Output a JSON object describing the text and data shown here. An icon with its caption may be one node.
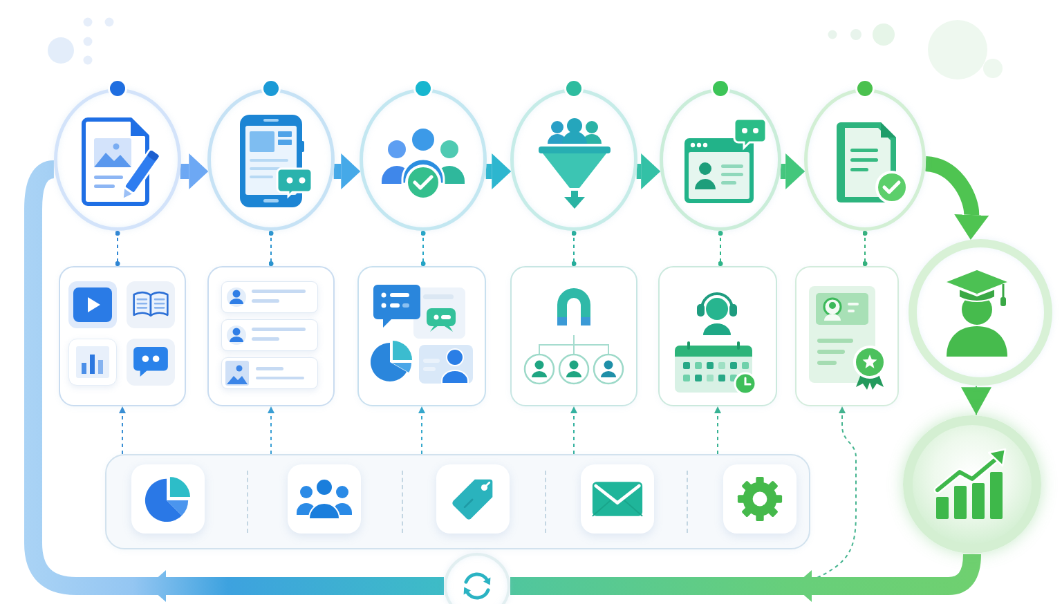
{
  "diagram": {
    "nodes": [
      {
        "text": [],
        "shape": "circle"
      },
      {
        "text": [],
        "shape": "circle"
      },
      {
        "text": [],
        "shape": "circle"
      },
      {
        "text": [],
        "shape": "circle"
      },
      {
        "text": [],
        "shape": "circle"
      },
      {
        "text": [],
        "shape": "circle"
      },
      {
        "text": [],
        "shape": "box"
      },
      {
        "text": [],
        "shape": "box"
      },
      {
        "text": [],
        "shape": "box"
      },
      {
        "text": [],
        "shape": "box"
      },
      {
        "text": [],
        "shape": "box"
      },
      {
        "text": [],
        "shape": "box"
      },
      {
        "text": [],
        "shape": "box"
      },
      {
        "text": [],
        "shape": "circle"
      },
      {
        "text": [],
        "shape": "circle"
      },
      {
        "text": [],
        "shape": "circle"
      }
    ],
    "edges": [
      {
        "from": 0,
        "to": 1,
        "arrow": "to",
        "style": "thick",
        "color": "#6da8f4"
      },
      {
        "from": 1,
        "to": 2,
        "arrow": "to",
        "style": "thick",
        "color": "#45a9e8"
      },
      {
        "from": 2,
        "to": 3,
        "arrow": "to",
        "style": "thick",
        "color": "#2db6cf"
      },
      {
        "from": 3,
        "to": 4,
        "arrow": "to",
        "style": "thick",
        "color": "#33c1a6"
      },
      {
        "from": 4,
        "to": 5,
        "arrow": "to",
        "style": "thick",
        "color": "#43c77c"
      },
      {
        "from": 5,
        "to": 13,
        "arrow": "to",
        "style": "thick",
        "color": "#4fc451"
      },
      {
        "from": 13,
        "to": 14,
        "arrow": "to",
        "color": "#4cc253"
      },
      {
        "from": 0,
        "to": 6,
        "arrow": "other",
        "style": "dashed",
        "color": "#2f86d4"
      },
      {
        "from": 1,
        "to": 7,
        "arrow": "other",
        "style": "dashed",
        "color": "#2b94cf"
      },
      {
        "from": 2,
        "to": 8,
        "arrow": "other",
        "style": "dashed",
        "color": "#25a5c6"
      },
      {
        "from": 3,
        "to": 9,
        "arrow": "other",
        "style": "dashed",
        "color": "#27ae9c"
      },
      {
        "from": 4,
        "to": 10,
        "arrow": "other",
        "style": "dashed",
        "color": "#2eb589"
      },
      {
        "from": 5,
        "to": 11,
        "arrow": "other",
        "style": "dashed",
        "color": "#35b27d"
      },
      {
        "from": 12,
        "to": 6,
        "arrow": "to",
        "style": "dashed",
        "color": "#3a8fd4"
      },
      {
        "from": 12,
        "to": 7,
        "arrow": "to",
        "style": "dashed",
        "color": "#3a9fd4"
      },
      {
        "from": 12,
        "to": 8,
        "arrow": "to",
        "style": "dashed",
        "color": "#36a8cc"
      },
      {
        "from": 12,
        "to": 9,
        "arrow": "to",
        "style": "dashed",
        "color": "#35b2a0"
      },
      {
        "from": 12,
        "to": 10,
        "arrow": "to",
        "style": "dashed",
        "color": "#38b394"
      },
      {
        "from": null,
        "to": 11,
        "arrow": "to",
        "style": "dashed",
        "color": "#45b48f"
      },
      {
        "from": 14,
        "to": 15,
        "arrow": "to",
        "style": "thick",
        "color": "#6fd070"
      },
      {
        "from": 15,
        "to": 0,
        "arrow": "to",
        "style": "thick",
        "color": "#3ec0c2"
      }
    ]
  }
}
